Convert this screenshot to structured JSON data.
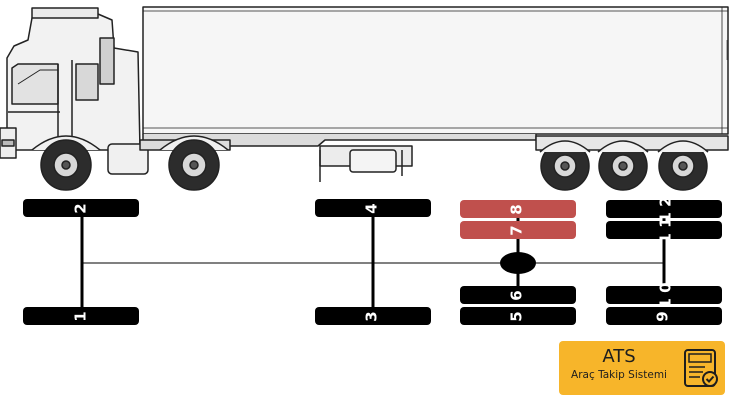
{
  "diagram": {
    "tire_positions": [
      {
        "id": "1",
        "label": "1",
        "state": "normal"
      },
      {
        "id": "2",
        "label": "2",
        "state": "normal"
      },
      {
        "id": "3",
        "label": "3",
        "state": "normal"
      },
      {
        "id": "4",
        "label": "4",
        "state": "normal"
      },
      {
        "id": "5",
        "label": "5",
        "state": "normal"
      },
      {
        "id": "6",
        "label": "6",
        "state": "normal"
      },
      {
        "id": "7",
        "label": "7",
        "state": "alert"
      },
      {
        "id": "8",
        "label": "8",
        "state": "alert"
      },
      {
        "id": "9",
        "label": "9",
        "state": "normal"
      },
      {
        "id": "10",
        "label": "1 0",
        "state": "normal"
      },
      {
        "id": "11",
        "label": "1 1",
        "state": "normal"
      },
      {
        "id": "12",
        "label": "1 2",
        "state": "normal"
      }
    ],
    "colors": {
      "normal": "#000000",
      "alert": "#c0504d",
      "logo_bg": "#f7b52a"
    }
  },
  "logo": {
    "title": "ATS",
    "subtitle": "Araç Takip Sistemi",
    "icon": "document-check-icon"
  },
  "illustration": {
    "icon": "semi-truck-icon"
  }
}
